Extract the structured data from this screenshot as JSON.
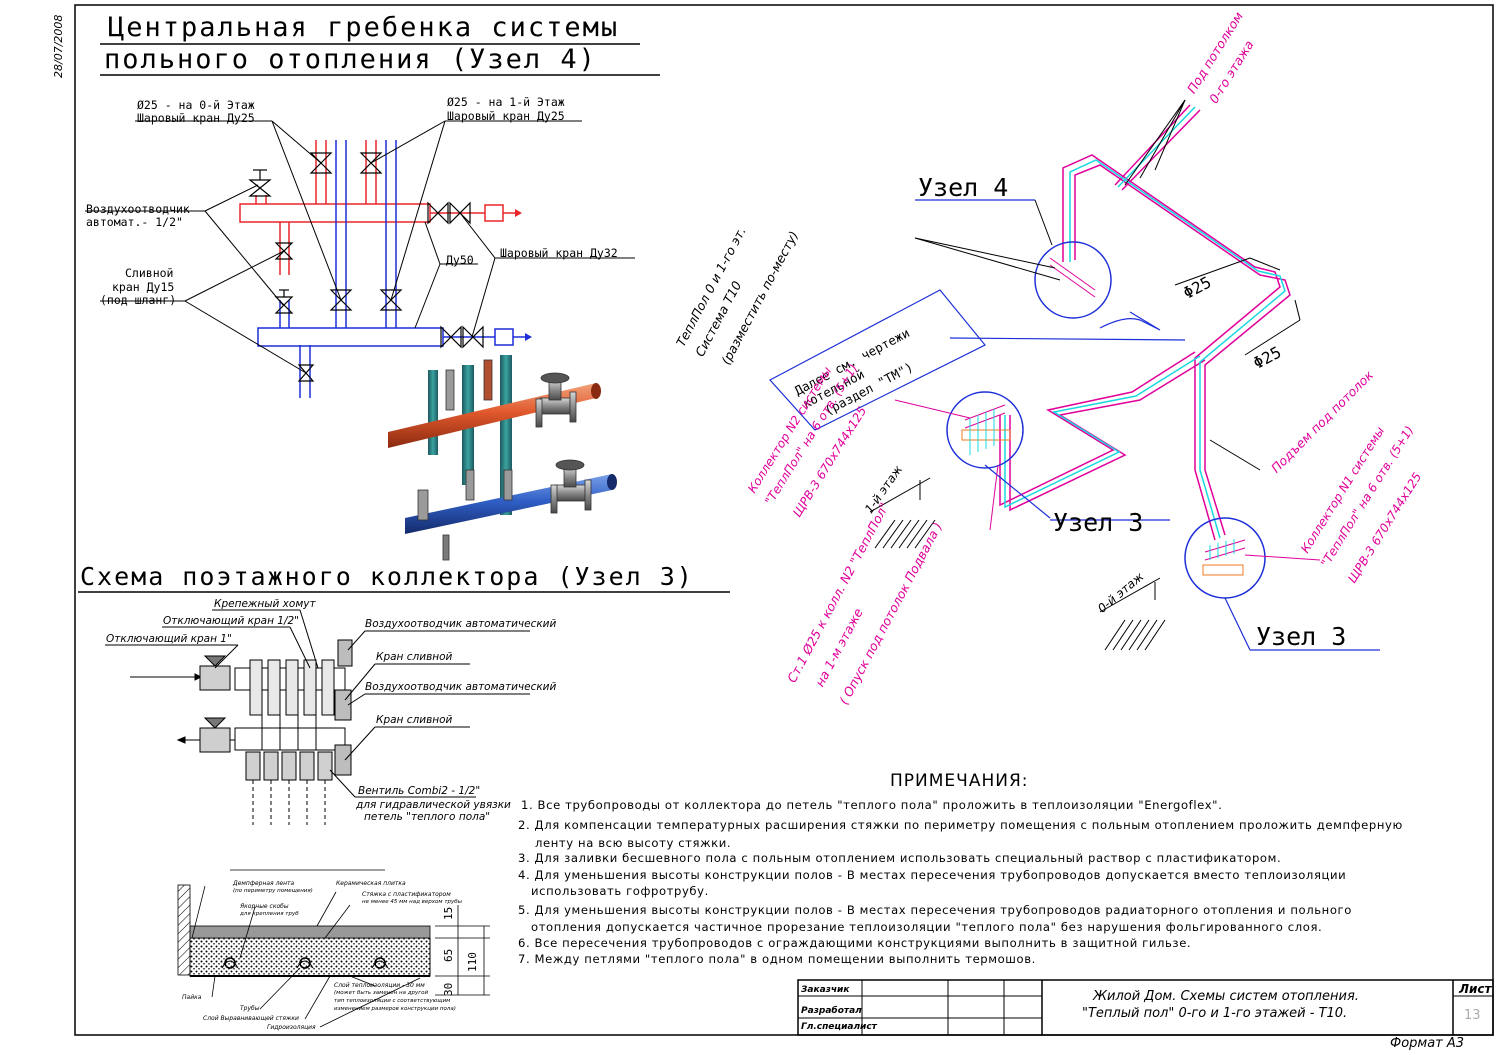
{
  "date": "28/07/2008",
  "top_title": {
    "line1": "Центральная гребенка системы",
    "line2": "польного отопления (Узел 4)"
  },
  "top_labels": {
    "d25_floor0": "Ø25 - на 0-й Этаж",
    "ball_valve_25_a": "Шаровый кран Ду25",
    "d25_floor1": "Ø25 - на 1-й Этаж",
    "ball_valve_25_b": "Шаровый кран Ду25",
    "air_vent_1": "Воздухоотводчик",
    "air_vent_2": "автомат.- 1/2\"",
    "drain_1": "Сливной",
    "drain_2": "кран Ду15",
    "drain_3": "(под шланг)",
    "du50": "Ду50",
    "ball_valve_32": "Шаровый кран Ду32"
  },
  "iso": {
    "under_ceiling_1": "Под потолком",
    "under_ceiling_2": "0-го этажа",
    "node4": "Узел 4",
    "d25_a": "Φ25",
    "d25_b": "Φ25",
    "teplopol_1": "ТеплПол 0 и 1-го эт.",
    "teplopol_2": "Система Т10",
    "teplopol_3": "(разместить по-месту)",
    "boiler_1": "Далее см. чертежи",
    "boiler_2": "котельной",
    "boiler_3": "(раздел \"ТМ\")",
    "rise": "Подъем под потолок",
    "coll2_1": "Коллектор N2 системы",
    "coll2_2": "\"ТеплПол\" на 6 отв. (5+1)",
    "coll2_3": "ЩРВ-3 670х744х125",
    "floor1": "1-й этаж",
    "node3_a": "Узел 3",
    "coll1_1": "Коллектор N1 системы",
    "coll1_2": "\"ТеплПол\" на 6 отв. (5+1)",
    "coll1_3": "ЩРВ-3 670х744х125",
    "floor0": "0-й этаж",
    "node3_b": "Узел 3",
    "st1_1": "Ст.1 Ø25 к колл. N2 \"ТеплПол\"",
    "st1_2": "на 1-м этаже",
    "st1_3": "( Опуск под потолок Подвала )"
  },
  "collector": {
    "title": "Схема поэтажного коллектора (Узел 3)",
    "clamp": "Крепежный хомут",
    "shutoff_half": "Отключающий кран 1/2\"",
    "shutoff_one": "Отключающий кран 1\"",
    "air_vent_a": "Воздухоотводчик автоматический",
    "drain_a": "Кран сливной",
    "air_vent_b": "Воздухоотводчик автоматический",
    "drain_b": "Кран сливной",
    "combi_1": "Вентиль Combi2 - 1/2\"",
    "combi_2": "для гидравлической увязки",
    "combi_3": "петель \"теплого пола\""
  },
  "section": {
    "damper": "Демпферная лента",
    "damper_sub": "(по периметру помещения)",
    "anchors": "Якорные скобы",
    "anchors_sub": "для крепления труб",
    "tile": "Керамическая плитка",
    "screed": "Стяжка с пластификатором",
    "screed_sub": "не менее 45 мм над верхом трубы",
    "d15": "15",
    "d65": "65",
    "d110": "110",
    "d30": "30",
    "insul": "Слой теплоизоляции - 30 мм",
    "insul_sub1": "(может быть заменен на другой",
    "insul_sub2": "тип теплоизоляции с соответствующим",
    "insul_sub3": "изменением размеров конструкции пола)",
    "foil": "Пайка",
    "pipes": "Трубы",
    "level": "Слой Выравнивающей стяжки",
    "hydro": "Гидроизоляция"
  },
  "notes": {
    "heading": "ПРИМЕЧАНИЯ:",
    "n1": "1. Все трубопроводы от коллектора до петель \"теплого пола\" проложить в теплоизоляции \"Energoflex\".",
    "n2a": "2. Для компенсации температурных расширения стяжки по периметру помещения с польным отоплением проложить демпферную",
    "n2b": "ленту на всю высоту стяжки.",
    "n3": "3. Для заливки бесшевного пола с польным отоплением использовать специальный раствор с пластификатором.",
    "n4a": "4. Для уменьшения высоты конструкции полов - В местах пересечения трубопроводов допускается вместо теплоизоляции",
    "n4b": "использовать гофротрубу.",
    "n5a": "5. Для уменьшения высоты конструкции полов - В местах пересечения трубопроводов радиаторного отопления и польного",
    "n5b": "отопления допускается частичное прорезание теплоизоляции \"теплого пола\" без нарушения фольгированного слоя.",
    "n6": "6. Все пересечения трубопроводов с ограждающими конструкциями выполнить в защитной гильзе.",
    "n7": "7. Между петлями \"теплого пола\" в одном помещении выполнить термошов."
  },
  "title_block": {
    "customer": "Заказчик",
    "developer": "Разработал",
    "chief": "Гл.специалист",
    "line1": "Жилой Дом. Схемы систем отопления.",
    "line2": "\"Теплый пол\" 0-го и 1-го этажей - Т10.",
    "sheet_label": "Лист",
    "sheet_no": "13",
    "format": "Формат А3"
  },
  "colors": {
    "supply": "#e8262a",
    "return": "#1c2fd8",
    "magenta": "#e0009a",
    "cyan": "#18d8e0",
    "orange": "#f07820"
  }
}
